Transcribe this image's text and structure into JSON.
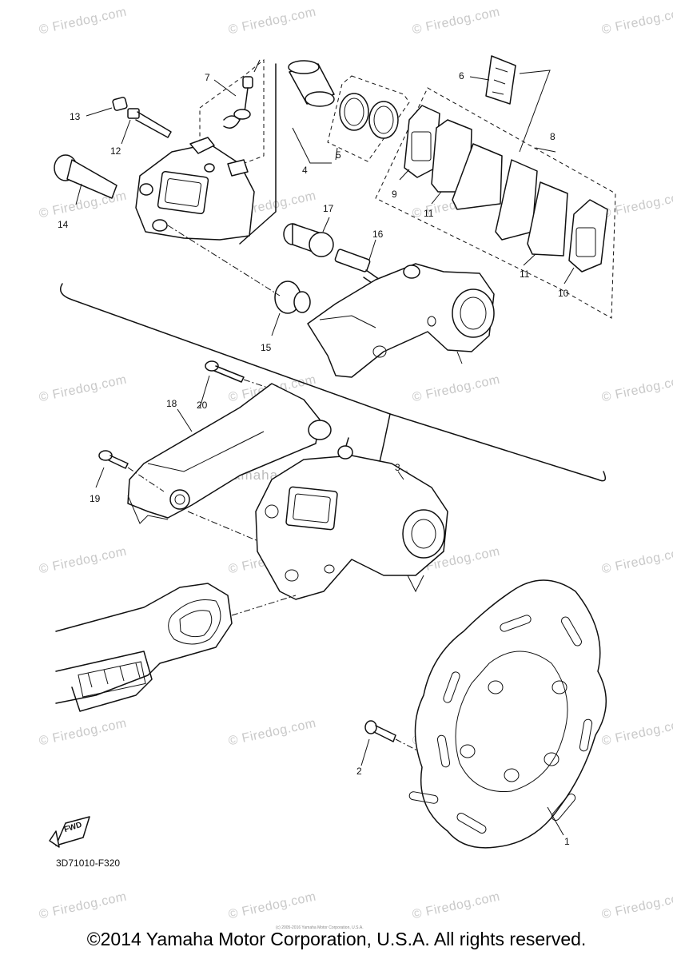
{
  "watermark_text": "© Firedog.com",
  "center_watermark": "Yamaha Motor Corp., U.S.A.",
  "callouts": {
    "c1": "1",
    "c2": "2",
    "c3": "3",
    "c4": "4",
    "c5": "5",
    "c6": "6",
    "c7": "7",
    "c8": "8",
    "c9": "9",
    "c10": "10",
    "c11a": "11",
    "c11b": "11",
    "c12": "12",
    "c13": "13",
    "c14": "14",
    "c15": "15",
    "c16": "16",
    "c17": "17",
    "c18": "18",
    "c19": "19",
    "c20": "20"
  },
  "fwd_label": "FWD",
  "diagram_code": "3D71010-F320",
  "tiny_notice": "(c) 2005-2016 Yamaha Motor Corporation, U.S.A.",
  "copyright": "©2014 Yamaha Motor Corporation, U.S.A. All rights reserved."
}
